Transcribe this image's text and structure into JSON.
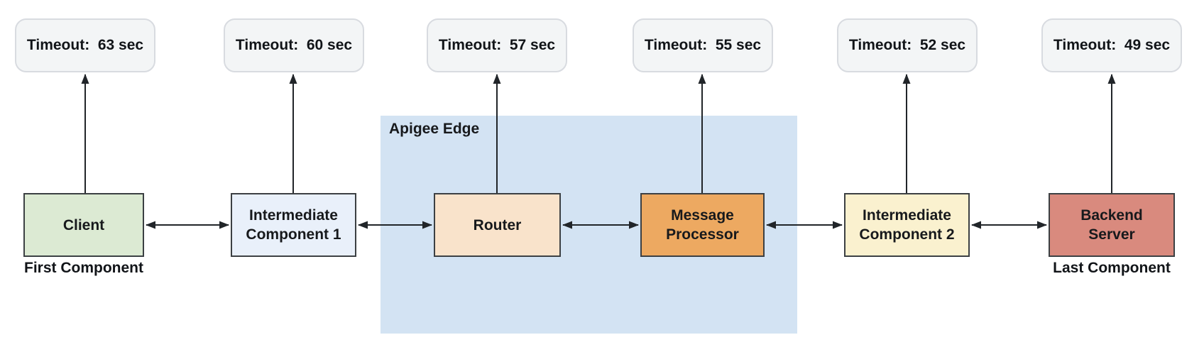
{
  "group": {
    "label": "Apigee Edge",
    "fill": "#d3e3f3",
    "members": [
      "Router",
      "Message Processor"
    ]
  },
  "components": [
    {
      "id": "client",
      "label": "Client",
      "fill": "#dcead3",
      "timeout_label": "Timeout:  63 sec",
      "timeout_sec": 63,
      "caption": "First Component"
    },
    {
      "id": "intermediate-component-1",
      "label": "Intermediate\nComponent 1",
      "fill": "#e9f0fa",
      "timeout_label": "Timeout:  60 sec",
      "timeout_sec": 60
    },
    {
      "id": "router",
      "label": "Router",
      "fill": "#f9e3cb",
      "timeout_label": "Timeout:  57 sec",
      "timeout_sec": 57
    },
    {
      "id": "message-processor",
      "label": "Message\nProcessor",
      "fill": "#eda961",
      "timeout_label": "Timeout:  55 sec",
      "timeout_sec": 55
    },
    {
      "id": "intermediate-component-2",
      "label": "Intermediate\nComponent 2",
      "fill": "#faf1cf",
      "timeout_label": "Timeout:  52 sec",
      "timeout_sec": 52
    },
    {
      "id": "backend-server",
      "label": "Backend\nServer",
      "fill": "#d98a7e",
      "timeout_label": "Timeout:  49 sec",
      "timeout_sec": 49,
      "caption": "Last Component"
    }
  ],
  "colors": {
    "arrow": "#212529",
    "node_border": "#3c4043",
    "timeout_fill": "#f3f5f6",
    "timeout_border": "#d8dbe0",
    "text": "#17191c",
    "background": "#ffffff"
  }
}
